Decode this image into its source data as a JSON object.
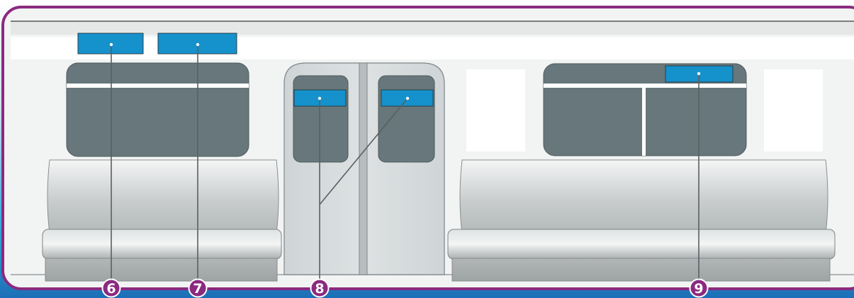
{
  "colors": {
    "frame": "#8b2a7f",
    "background_gradient_top": "#3aa9dd",
    "background_gradient_bottom": "#1c6fb6",
    "window": "#67777b",
    "ad_panel": "#1591cc",
    "badge_fill": "#8b2a7f",
    "car_wall": "#f2f3f3"
  },
  "callouts": [
    {
      "id": "6",
      "label": "6"
    },
    {
      "id": "7",
      "label": "7"
    },
    {
      "id": "8",
      "label": "8"
    },
    {
      "id": "9",
      "label": "9"
    }
  ]
}
